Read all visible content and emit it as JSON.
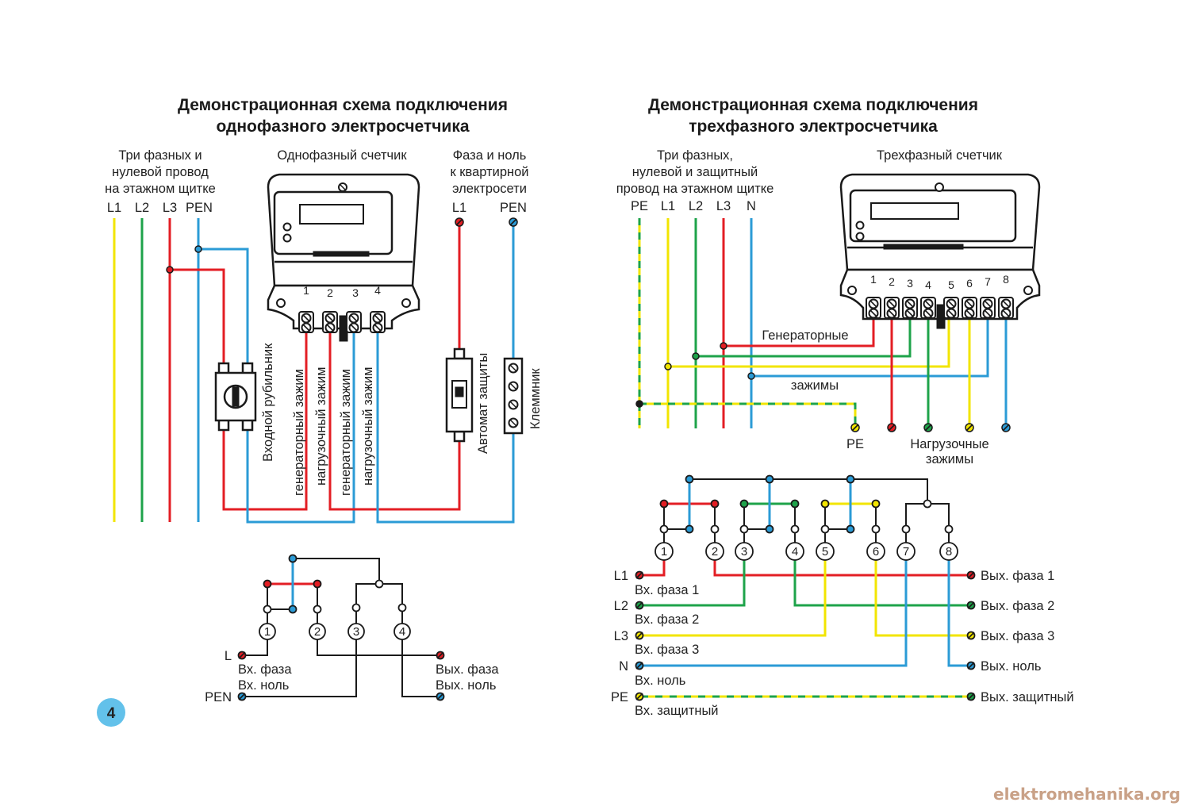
{
  "colors": {
    "yellow": "#f2e500",
    "green": "#1ea34a",
    "red": "#e31e24",
    "blue": "#2b9bd6",
    "black": "#1a1a1a",
    "badge": "#63c1ea"
  },
  "page_number": "4",
  "watermark": "elektromehanika.org",
  "single": {
    "title_1": "Демонстрационная схема подключения",
    "title_2": "однофазного электросчетчика",
    "cap_left": [
      "Три фазных и",
      "нулевой провод",
      "на этажном щитке"
    ],
    "cap_meter": "Однофазный счетчик",
    "cap_right": [
      "Фаза и ноль",
      "к квартирной",
      "электросети"
    ],
    "wires_left": [
      "L1",
      "L2",
      "L3",
      "PEN"
    ],
    "wires_right": [
      "L1",
      "PEN"
    ],
    "terminals": [
      "1",
      "2",
      "3",
      "4"
    ],
    "vlabels": [
      "Входной рубильник",
      "генераторный зажим",
      "нагрузочный зажим",
      "генераторный зажим",
      "нагрузочный зажим",
      "Автомат защиты",
      "Клеммник"
    ],
    "schematic": {
      "nodes": [
        "1",
        "2",
        "3",
        "4"
      ],
      "in_l": "L",
      "in_pen": "PEN",
      "in_phase": "Вх. фаза",
      "in_zero": "Вх. ноль",
      "out_phase": "Вых. фаза",
      "out_zero": "Вых. ноль"
    }
  },
  "three": {
    "title_1": "Демонстрационная схема подключения",
    "title_2": "трехфазного электросчетчика",
    "cap_left": [
      "Три фазных,",
      "нулевой и защитный",
      "провод на этажном щитке"
    ],
    "cap_meter": "Трехфазный счетчик",
    "wires_left": [
      "PE",
      "L1",
      "L2",
      "L3",
      "N"
    ],
    "terminals": [
      "1",
      "2",
      "3",
      "4",
      "5",
      "6",
      "7",
      "8"
    ],
    "gen_1": "Генераторные",
    "gen_2": "зажимы",
    "pe": "PE",
    "load_1": "Нагрузочные",
    "load_2": "зажимы",
    "schematic": {
      "nodes": [
        "1",
        "2",
        "3",
        "4",
        "5",
        "6",
        "7",
        "8"
      ],
      "inputs": [
        {
          "wire": "L1",
          "label": "Вх. фаза 1"
        },
        {
          "wire": "L2",
          "label": "Вх. фаза 2"
        },
        {
          "wire": "L3",
          "label": "Вх. фаза 3"
        },
        {
          "wire": "N",
          "label": "Вх. ноль"
        },
        {
          "wire": "PE",
          "label": "Вх. защитный"
        }
      ],
      "outputs": [
        "Вых. фаза 1",
        "Вых. фаза 2",
        "Вых. фаза 3",
        "Вых. ноль",
        "Вых. защитный"
      ]
    }
  }
}
